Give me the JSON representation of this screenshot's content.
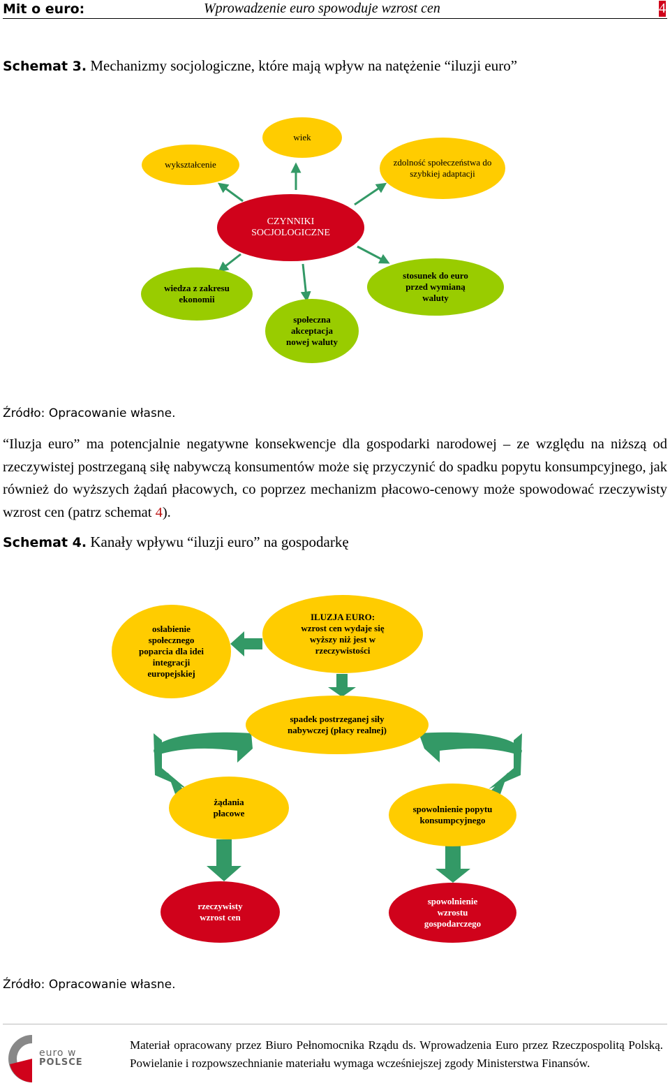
{
  "header": {
    "left": "Mit o euro:",
    "center": "Wprowadzenie euro spowoduje wzrost cen",
    "page": "4"
  },
  "schemat3": {
    "label": "Schemat 3.",
    "title": "Mechanizmy socjologiczne, które mają wpływ na natężenie “iluzji euro”",
    "center": "CZYNNIKI SOCJOLOGICZNE",
    "nodes": {
      "wiek": "wiek",
      "wyksztalcenie": "wykształcenie",
      "zdolnosc": "zdolność społeczeństwa do szybkiej adaptacji",
      "wiedza": "wiedza z zakresu ekonomii",
      "akceptacja": "społeczna akceptacja nowej waluty",
      "stosunek": "stosunek do euro przed wymianą waluty"
    },
    "source": "Źródło: Opracowanie własne.",
    "colors": {
      "center": "#d0021b",
      "yellow": "#ffcc00",
      "green": "#99cc00",
      "arrow": "#339966"
    }
  },
  "paragraph": {
    "text": "“Iluzja euro” ma potencjalnie negatywne konsekwencje dla gospodarki narodowej – ze względu na niższą od rzeczywistej postrzeganą siłę nabywczą konsumentów może się przyczynić do spadku popytu konsumpcyjnego, jak również do wyższych żądań płacowych, co poprzez mechanizm płacowo-cenowy może spowodować rzeczywisty wzrost cen (patrz schemat ",
    "ref": "4",
    "end": ")."
  },
  "schemat4": {
    "label": "Schemat 4.",
    "title": "Kanały wpływu “iluzji euro” na gospodarkę",
    "nodes": {
      "oslabienie": "osłabienie społecznego poparcia dla idei integracji europejskiej",
      "iluzja_head": "ILUZJA EURO:",
      "iluzja_body": "wzrost cen wydaje się wyższy niż jest w rzeczywistości",
      "spadek": "spadek postrzeganej siły nabywczej (płacy realnej)",
      "zadania": "żądania płacowe",
      "spowolnienie_popytu": "spowolnienie popytu konsumpcyjnego",
      "rzeczywisty": "rzeczywisty wzrost cen",
      "spowolnienie_wzrostu": "spowolnienie wzrostu gospodarczego"
    },
    "source": "Źródło: Opracowanie własne.",
    "colors": {
      "yellow": "#ffcc00",
      "red": "#d0021b",
      "arrow": "#339966"
    }
  },
  "footer": {
    "text": "Materiał opracowany przez Biuro Pełnomocnika Rządu ds. Wprowadzenia Euro przez Rzeczpospolitą Polską. Powielanie i rozpowszechnianie materiału wymaga wcześniejszej zgody Ministerstwa Finansów.",
    "logo_line1": "euro w",
    "logo_line2": "POLSCE"
  }
}
